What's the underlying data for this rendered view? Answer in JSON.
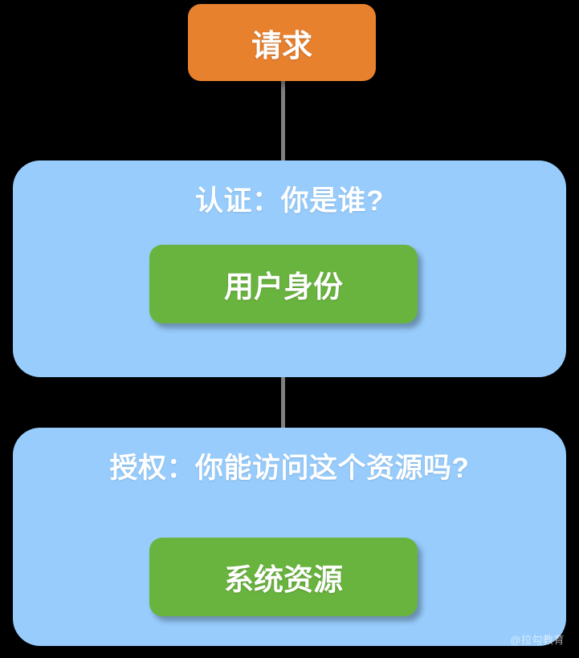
{
  "diagram": {
    "title_semantic": "authentication-and-authorization-flow",
    "background_color": "#000000",
    "nodes": [
      {
        "id": "request",
        "label": "请求",
        "color": "#e8812e",
        "shape": "rounded-rect"
      },
      {
        "id": "identity",
        "label": "用户身份",
        "color": "#69b43e",
        "shape": "rounded-rect"
      },
      {
        "id": "resource",
        "label": "系统资源",
        "color": "#69b43e",
        "shape": "rounded-rect"
      }
    ],
    "stages": [
      {
        "id": "authentication",
        "title": "认证：你是谁?",
        "color": "#97ccfc",
        "contains": "identity"
      },
      {
        "id": "authorization",
        "title": "授权：你能访问这个资源吗?",
        "color": "#97ccfc",
        "contains": "resource"
      }
    ],
    "edges": [
      {
        "from": "request",
        "to": "identity",
        "color": "#7f7f7f",
        "arrow": true
      },
      {
        "from": "identity",
        "to": "resource",
        "color": "#7f7f7f",
        "arrow": true
      }
    ]
  },
  "watermark": {
    "text": "@拉勾教育"
  }
}
